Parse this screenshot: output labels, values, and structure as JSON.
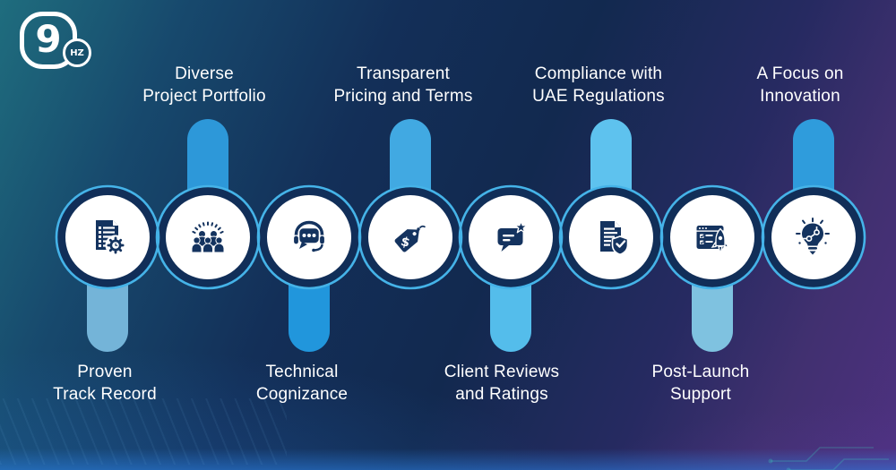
{
  "logo": {
    "main": "9",
    "sub": "HZ"
  },
  "colors": {
    "ring": "#45b3e8",
    "circle_mask": "#112e58",
    "icon_navy": "#14335f",
    "label_text": "#ffffff",
    "background_left": "#1f6d7e",
    "background_center": "#12294f",
    "background_right": "#4e3180"
  },
  "items": [
    {
      "id": "proven-track-record",
      "label_lines": [
        "Proven",
        "Track Record"
      ],
      "label_position": "below",
      "icon": "checklist-gear-clock-icon",
      "pill_color": "#74b4d8",
      "pill_direction": "down"
    },
    {
      "id": "diverse-project-portfolio",
      "label_lines": [
        "Diverse",
        "Project Portfolio"
      ],
      "label_position": "above",
      "icon": "audience-people-icon",
      "pill_color": "#2d98d9",
      "pill_direction": "up"
    },
    {
      "id": "technical-cognizance",
      "label_lines": [
        "Technical",
        "Cognizance"
      ],
      "label_position": "below",
      "icon": "headset-chat-icon",
      "pill_color": "#2196dc",
      "pill_direction": "down"
    },
    {
      "id": "transparent-pricing-and-terms",
      "label_lines": [
        "Transparent",
        "Pricing and Terms"
      ],
      "label_position": "above",
      "icon": "price-tag-icon",
      "pill_color": "#41a9e2",
      "pill_direction": "up"
    },
    {
      "id": "client-reviews-and-ratings",
      "label_lines": [
        "Client Reviews",
        "and Ratings"
      ],
      "label_position": "below",
      "icon": "review-star-chat-icon",
      "pill_color": "#54bdeb",
      "pill_direction": "down"
    },
    {
      "id": "compliance-with-uae-regulations",
      "label_lines": [
        "Compliance with",
        "UAE Regulations"
      ],
      "label_position": "above",
      "icon": "document-shield-check-icon",
      "pill_color": "#5ec2ee",
      "pill_direction": "up"
    },
    {
      "id": "post-launch-support",
      "label_lines": [
        "Post-Launch",
        "Support"
      ],
      "label_position": "below",
      "icon": "browser-rocket-icon",
      "pill_color": "#7fc2e0",
      "pill_direction": "down"
    },
    {
      "id": "a-focus-on-innovation",
      "label_lines": [
        "A Focus on",
        "Innovation"
      ],
      "label_position": "above",
      "icon": "bulb-circuit-icon",
      "pill_color": "#2f9cdc",
      "pill_direction": "up"
    }
  ]
}
